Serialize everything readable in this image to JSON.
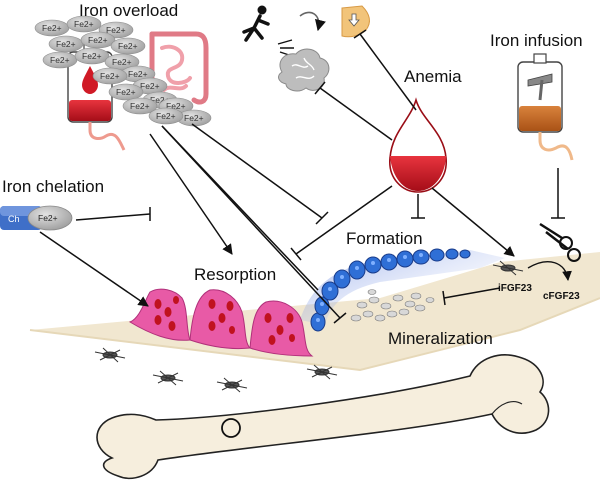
{
  "labels": {
    "iron_overload": "Iron overload",
    "iron_infusion": "Iron infusion",
    "iron_chelation": "Iron chelation",
    "anemia": "Anemia",
    "formation": "Formation",
    "resorption": "Resorption",
    "mineralization": "Mineralization",
    "ifgf23": "iFGF23",
    "cfgf23": "cFGF23"
  },
  "iron_chip": {
    "symbol": "Fe2+",
    "chelator": "Ch"
  },
  "colors": {
    "blood": "#c0121f",
    "osteoclast": "#e85aa6",
    "osteoblast": "#2f6fd6",
    "bone": "#f1e7d0",
    "iron_chip": "#bdbdbd",
    "infusion": "#c86a2a"
  }
}
